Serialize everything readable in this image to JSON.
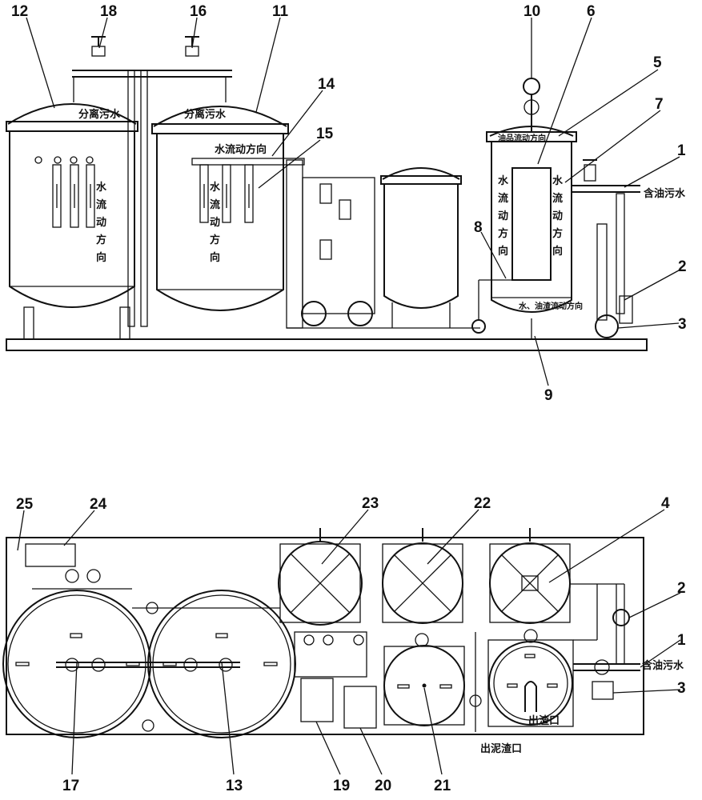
{
  "numbers": {
    "n1": "1",
    "n2": "2",
    "n3": "3",
    "n5": "5",
    "n6": "6",
    "n7": "7",
    "n8": "8",
    "n9": "9",
    "n10": "10",
    "n11": "11",
    "n12": "12",
    "n14": "14",
    "n15": "15",
    "n16": "16",
    "n18": "18",
    "b1": "1",
    "b2": "2",
    "b3": "3",
    "b4": "4",
    "b13": "13",
    "b17": "17",
    "b19": "19",
    "b20": "20",
    "b21": "21",
    "b22": "22",
    "b23": "23",
    "b24": "24",
    "b25": "25"
  },
  "labels": {
    "separate_water_1": "分离污水",
    "separate_water_2": "分离污水",
    "water_flow_direction": "水流动方向",
    "oil_flow_direction": "油品流动方向",
    "oily_wastewater_top": "含油污水",
    "oily_wastewater_bottom": "含油污水",
    "vertical_flow_left": [
      "水",
      "流",
      "动",
      "方",
      "向"
    ],
    "vertical_flow_mid": [
      "水",
      "流",
      "动",
      "方",
      "向"
    ],
    "vertical_flow_sep_left": [
      "水",
      "流",
      "动",
      "方",
      "向"
    ],
    "vertical_flow_sep_right": [
      "水",
      "流",
      "动",
      "方",
      "向"
    ],
    "bottom_small_note": "水、油渣流动方向",
    "sludge_outlet": "出泥渣口",
    "slag_outlet": "出渣口"
  }
}
